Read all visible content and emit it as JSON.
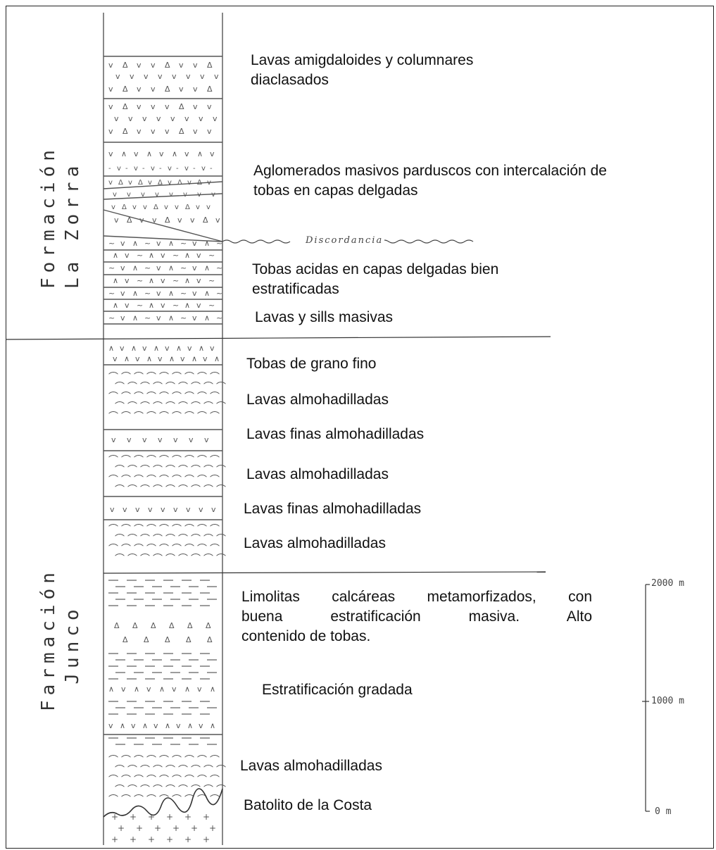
{
  "formations": [
    {
      "id": "la-zorra",
      "line1": "Formación",
      "line2": "La Zorra"
    },
    {
      "id": "junco",
      "line1": "Farmación",
      "line2": "Junco"
    }
  ],
  "unconformity_label": "Discordancia",
  "units": [
    {
      "text": "Lavas amigdaloides y columnares diaclasados",
      "pattern": "v-triangles"
    },
    {
      "text": "Aglomerados masivos parduscos con intercalación de tobas en capas delgadas",
      "pattern": "agglomerate"
    },
    {
      "text": "Tobas acidas en capas delgadas bien estratificadas",
      "pattern": "tuff-tilde"
    },
    {
      "text": "Lavas y sills masivas",
      "pattern": "tuff-tilde"
    },
    {
      "text": "Tobas de grano fino",
      "pattern": "v-caret"
    },
    {
      "text": "Lavas almohadilladas",
      "pattern": "pillow"
    },
    {
      "text": "Lavas finas almohadilladas",
      "pattern": "v-small"
    },
    {
      "text": "Lavas almohadilladas",
      "pattern": "pillow"
    },
    {
      "text": "Lavas finas almohadilladas",
      "pattern": "v-small"
    },
    {
      "text": "Lavas almohadilladas",
      "pattern": "pillow"
    },
    {
      "text_lines": [
        "Limolitas calcáreas metamorfizados, con",
        "buena estratificación masiva. Alto",
        "contenido de tobas."
      ],
      "pattern": "dashes-triangles"
    },
    {
      "text": "Estratificación gradada",
      "pattern": "dashes-v"
    },
    {
      "text": "Lavas almohadilladas",
      "pattern": "pillow"
    },
    {
      "text": "Batolito de la Costa",
      "pattern": "crosses"
    }
  ],
  "scale": {
    "ticks": [
      {
        "value_m": 2000,
        "label": "2000 m"
      },
      {
        "value_m": 1000,
        "label": "1000 m"
      },
      {
        "value_m": 0,
        "label": "0 m"
      }
    ]
  }
}
